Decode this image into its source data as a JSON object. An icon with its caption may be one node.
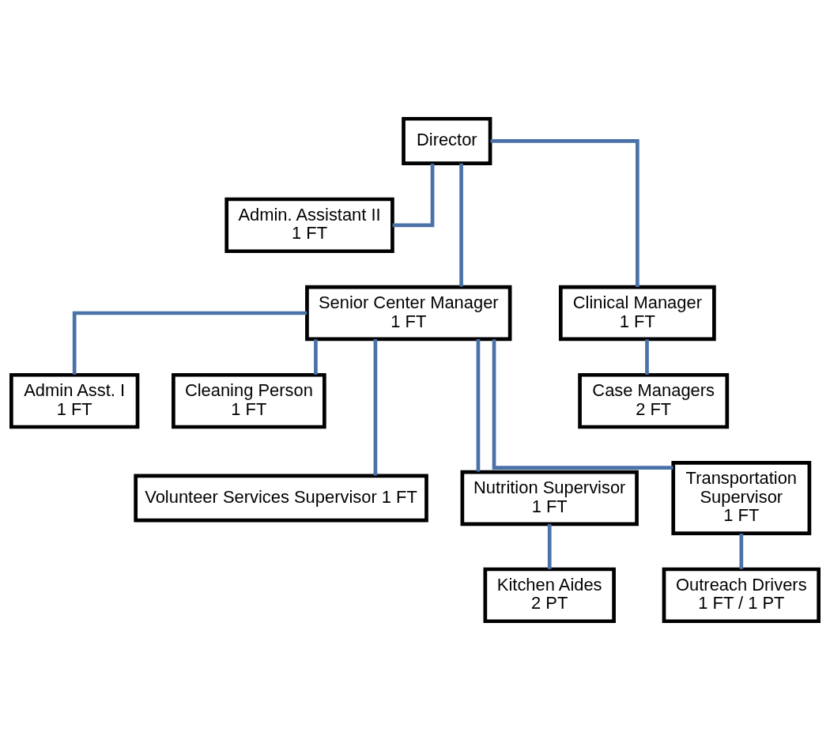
{
  "diagram": {
    "nodes": [
      {
        "text": [
          "Director"
        ]
      },
      {
        "text": [
          "Admin. Assistant II",
          "1 FT"
        ]
      },
      {
        "text": [
          "Senior Center Manager",
          "1 FT"
        ]
      },
      {
        "text": [
          "Clinical Manager",
          "1 FT"
        ]
      },
      {
        "text": [
          "Case Managers",
          "2 FT"
        ]
      },
      {
        "text": [
          "Admin Asst. I",
          "1 FT"
        ]
      },
      {
        "text": [
          "Cleaning Person",
          "1 FT"
        ]
      },
      {
        "text": [
          "Volunteer Services Supervisor 1 FT"
        ]
      },
      {
        "text": [
          "Nutrition Supervisor",
          "1 FT"
        ]
      },
      {
        "text": [
          "Transportation",
          "Supervisor",
          "1 FT"
        ]
      },
      {
        "text": [
          "Kitchen Aides",
          "2 PT"
        ]
      },
      {
        "text": [
          "Outreach Drivers",
          "1 FT / 1 PT"
        ]
      }
    ],
    "edges": [
      {
        "from": 0,
        "to": 1,
        "arrow": "none"
      },
      {
        "from": 0,
        "to": 2,
        "arrow": "none"
      },
      {
        "from": 0,
        "to": 3,
        "arrow": "none"
      },
      {
        "from": 3,
        "to": 4,
        "arrow": "none"
      },
      {
        "from": 2,
        "to": 5,
        "arrow": "none"
      },
      {
        "from": 2,
        "to": 6,
        "arrow": "none"
      },
      {
        "from": 2,
        "to": 7,
        "arrow": "none"
      },
      {
        "from": 2,
        "to": 8,
        "arrow": "none"
      },
      {
        "from": 2,
        "to": 9,
        "arrow": "none"
      },
      {
        "from": 8,
        "to": 10,
        "arrow": "none"
      },
      {
        "from": 9,
        "to": 11,
        "arrow": "none"
      }
    ]
  }
}
